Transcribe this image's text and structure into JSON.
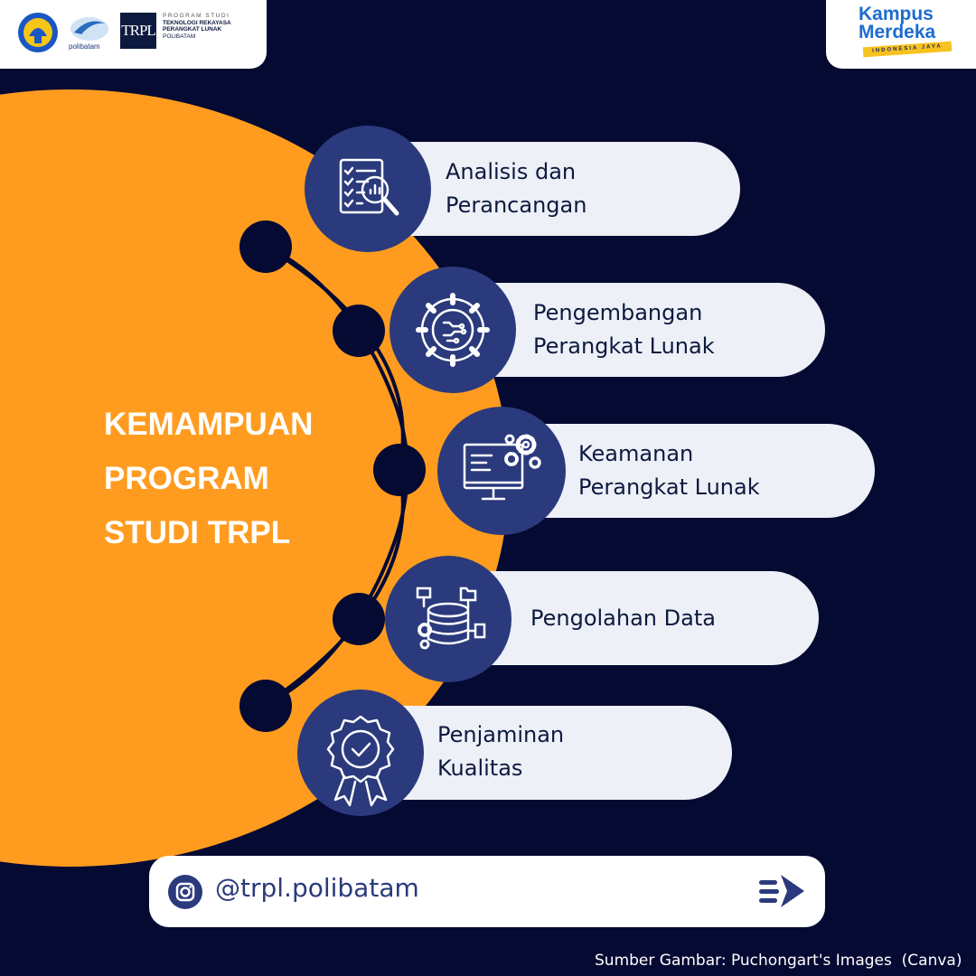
{
  "header": {
    "logos": [
      "kemendikbud-logo-icon",
      "polibatam-logo-icon",
      "trpl-logo-icon",
      "kampus-merdeka-logo-icon"
    ],
    "polibatam_logo": "polibatam",
    "trpl_mark": "TRPL",
    "prodi": {
      "line1": "PROGRAM STUDI",
      "line2": "TEKNOLOGI REKAYASA",
      "line3": "PERANGKAT LUNAK",
      "line4": "POLIBATAM"
    },
    "kampus_merdeka": {
      "line1": "Kampus",
      "line2": "Merdeka",
      "tagline": "INDONESIA JAYA"
    }
  },
  "title": {
    "line1": "KEMAMPUAN",
    "line2": "PROGRAM",
    "line3": "STUDI TRPL"
  },
  "items": [
    {
      "label": "Analisis dan\nPerancangan",
      "icon": "checklist-magnifier-icon"
    },
    {
      "label": "Pengembangan\nPerangkat Lunak",
      "icon": "gear-circuit-icon"
    },
    {
      "label": "Keamanan\nPerangkat Lunak",
      "icon": "monitor-gears-icon"
    },
    {
      "label": "Pengolahan Data",
      "icon": "database-network-icon"
    },
    {
      "label": "Penjaminan\nKualitas",
      "icon": "quality-badge-icon"
    }
  ],
  "footer": {
    "instagram_handle": "@trpl.polibatam",
    "source": "Sumber Gambar: Puchongart's Images  (Canva)"
  },
  "colors": {
    "background": "#050a33",
    "orange": "#ff9c1f",
    "icon_circle": "#2b3a7c",
    "pill": "#eef0f7",
    "text_dark": "#0d1a3f"
  }
}
